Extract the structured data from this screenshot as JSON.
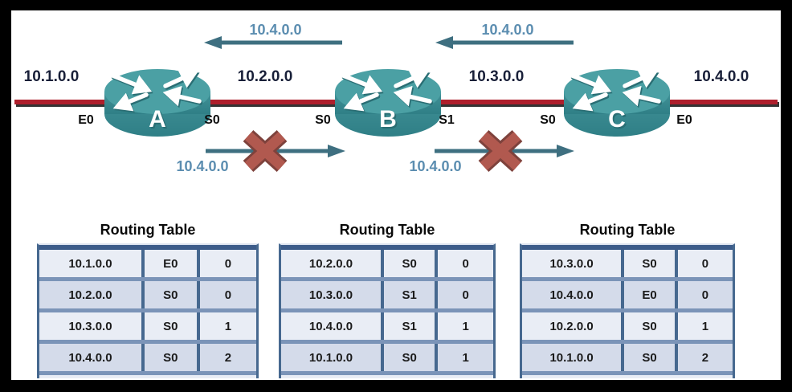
{
  "diagram": {
    "network_labels": [
      "10.1.0.0",
      "10.2.0.0",
      "10.3.0.0",
      "10.4.0.0"
    ],
    "routers": [
      {
        "name": "A"
      },
      {
        "name": "B"
      },
      {
        "name": "C"
      }
    ],
    "interface_labels": [
      "E0",
      "S0",
      "S0",
      "S1",
      "S0",
      "E0"
    ],
    "update_arrows_top": [
      {
        "label": "10.4.0.0",
        "direction": "left"
      },
      {
        "label": "10.4.0.0",
        "direction": "left"
      }
    ],
    "blocked_updates": [
      {
        "label": "10.4.0.0",
        "direction": "right"
      },
      {
        "label": "10.4.0.0",
        "direction": "right"
      }
    ]
  },
  "tables": [
    {
      "title": "Routing Table",
      "rows": [
        [
          "10.1.0.0",
          "E0",
          "0"
        ],
        [
          "10.2.0.0",
          "S0",
          "0"
        ],
        [
          "10.3.0.0",
          "S0",
          "1"
        ],
        [
          "10.4.0.0",
          "S0",
          "2"
        ]
      ]
    },
    {
      "title": "Routing Table",
      "rows": [
        [
          "10.2.0.0",
          "S0",
          "0"
        ],
        [
          "10.3.0.0",
          "S1",
          "0"
        ],
        [
          "10.4.0.0",
          "S1",
          "1"
        ],
        [
          "10.1.0.0",
          "S0",
          "1"
        ]
      ]
    },
    {
      "title": "Routing Table",
      "rows": [
        [
          "10.3.0.0",
          "S0",
          "0"
        ],
        [
          "10.4.0.0",
          "E0",
          "0"
        ],
        [
          "10.2.0.0",
          "S0",
          "1"
        ],
        [
          "10.1.0.0",
          "S0",
          "2"
        ]
      ]
    }
  ],
  "colors": {
    "router_teal": "#3f9296",
    "link_red": "#ae1f2c",
    "arrow_teal": "#3e6f80",
    "blocked_x_red": "#b1594f",
    "arrow_label_blue": "#5b8db0",
    "table_border_blue": "#46688f"
  }
}
